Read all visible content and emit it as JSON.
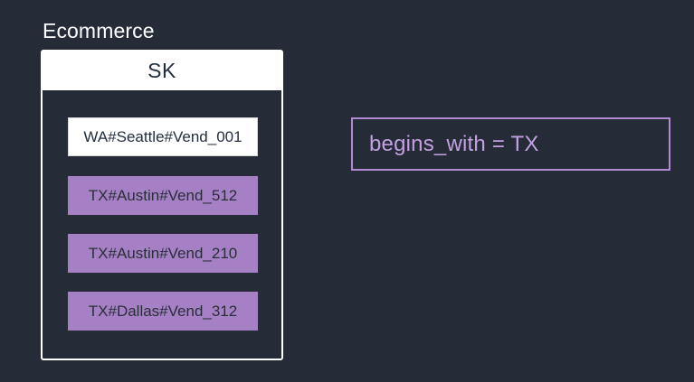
{
  "table": {
    "title": "Ecommerce",
    "header": "SK",
    "rows": [
      {
        "label": "WA#Seattle#Vend_001",
        "matches": false
      },
      {
        "label": "TX#Austin#Vend_512",
        "matches": true
      },
      {
        "label": "TX#Austin#Vend_210",
        "matches": true
      },
      {
        "label": "TX#Dallas#Vend_312",
        "matches": true
      }
    ]
  },
  "condition": {
    "text": "begins_with = TX"
  },
  "colors": {
    "background": "#252c38",
    "match_fill": "#a680c4",
    "condition_accent": "#b18ad1"
  }
}
